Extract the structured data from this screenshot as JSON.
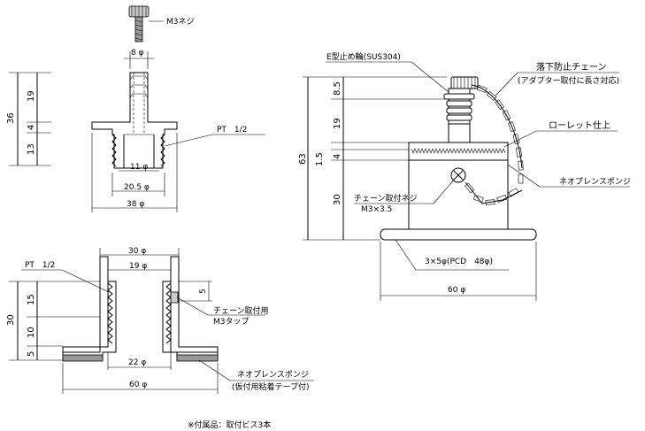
{
  "screw": {
    "label": "M3ネジ",
    "dim_width": "8 φ"
  },
  "top_left": {
    "dims_vertical": [
      "36",
      "19",
      "4",
      "13"
    ],
    "thread_label": "PT　1/2",
    "dim_inner": "11 φ",
    "dim_mid": "20.5 φ",
    "dim_outer": "38 φ"
  },
  "bottom_left": {
    "thread_label": "PT　1/2",
    "dim_top_outer": "30 φ",
    "dim_top_inner": "19 φ",
    "dims_vertical": [
      "30",
      "15",
      "10",
      "5"
    ],
    "dim_side": "5",
    "tap_label": [
      "チェーン取付用",
      "M3タップ"
    ],
    "dim_inner_bottom": "22 φ",
    "dim_outer_bottom": "60 φ",
    "sponge_label": [
      "ネオプレンスポンジ",
      "(仮付用粘着テープ付)"
    ]
  },
  "right": {
    "ring_label": "E型止め輪(SUS304)",
    "chain_label": [
      "落下防止チェーン",
      "(アダプター取付に長さ対応)"
    ],
    "knurl_label": "ローレット仕上",
    "sponge_label": "ネオプレンスポンジ",
    "screw_label": [
      "チェーン取付ネジ",
      "M3×3.5"
    ],
    "dims_vertical": [
      "63",
      "8.5",
      "19",
      "1.5",
      "4",
      "30"
    ],
    "holes_label": "3×5φ(PCD　48φ)",
    "dim_base": "60 φ"
  },
  "footnote": "※付属品：取付ビス3本"
}
